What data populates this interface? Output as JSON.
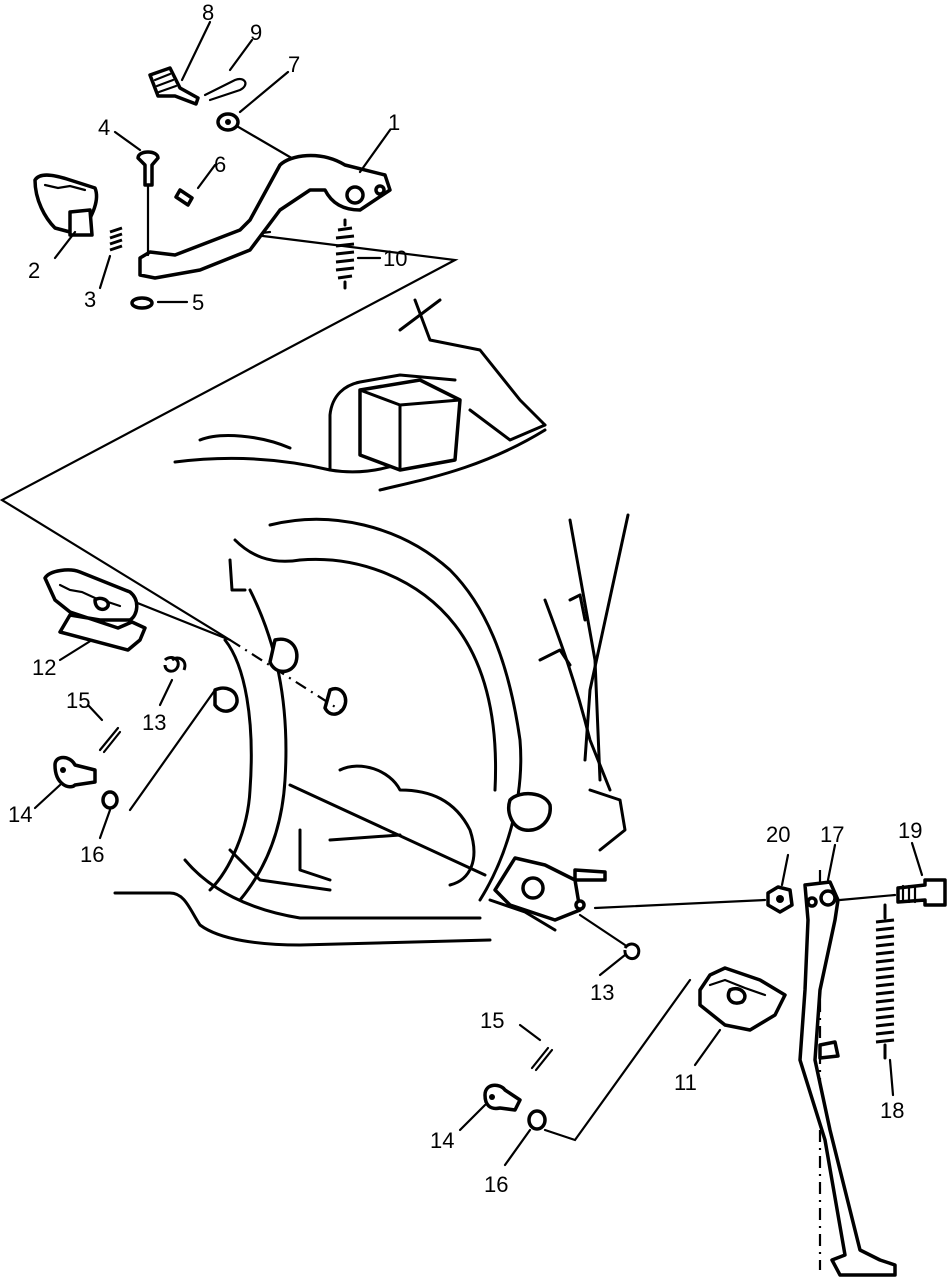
{
  "callouts": [
    {
      "id": "c1",
      "label": "1"
    },
    {
      "id": "c2",
      "label": "2"
    },
    {
      "id": "c3",
      "label": "3"
    },
    {
      "id": "c4",
      "label": "4"
    },
    {
      "id": "c5",
      "label": "5"
    },
    {
      "id": "c6",
      "label": "6"
    },
    {
      "id": "c7",
      "label": "7"
    },
    {
      "id": "c8",
      "label": "8"
    },
    {
      "id": "c9",
      "label": "9"
    },
    {
      "id": "c10",
      "label": "10"
    },
    {
      "id": "c11",
      "label": "11"
    },
    {
      "id": "c12",
      "label": "12"
    },
    {
      "id": "c13a",
      "label": "13"
    },
    {
      "id": "c13b",
      "label": "13"
    },
    {
      "id": "c14a",
      "label": "14"
    },
    {
      "id": "c14b",
      "label": "14"
    },
    {
      "id": "c15a",
      "label": "15"
    },
    {
      "id": "c15b",
      "label": "15"
    },
    {
      "id": "c16a",
      "label": "16"
    },
    {
      "id": "c16b",
      "label": "16"
    },
    {
      "id": "c17",
      "label": "17"
    },
    {
      "id": "c18",
      "label": "18"
    },
    {
      "id": "c19",
      "label": "19"
    },
    {
      "id": "c20",
      "label": "20"
    }
  ]
}
